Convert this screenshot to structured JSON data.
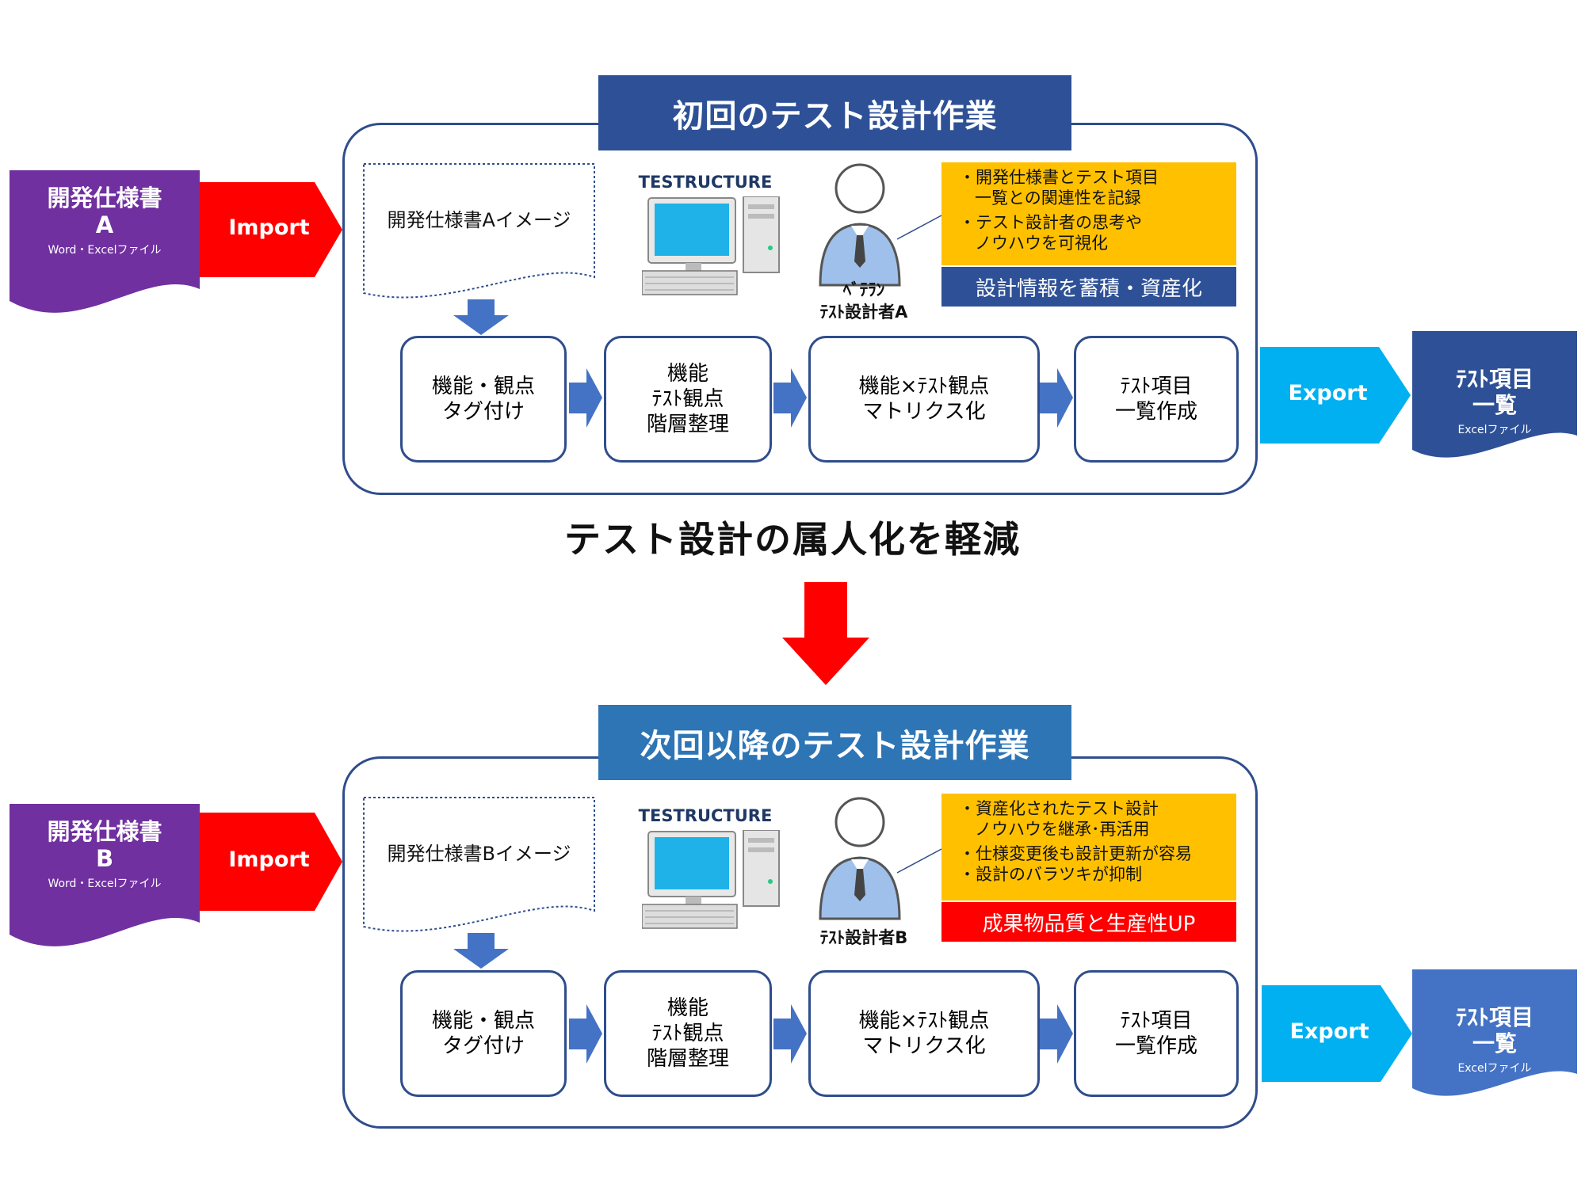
{
  "top": {
    "title": "初回のテスト設計作業",
    "input_doc": {
      "main1": "開発仕様書",
      "main2": "A",
      "sub": "Word・Excelファイル"
    },
    "import_label": "Import",
    "spec_image_label": "開発仕様書Aイメージ",
    "tool_label": "TESTRUCTURE",
    "person_caption": [
      "ﾍﾞﾃﾗﾝ",
      "ﾃｽﾄ設計者A"
    ],
    "info_lines": [
      "・開発仕様書とテスト項目",
      "一覧との関連性を記録",
      "・テスト設計者の思考や",
      "ノウハウを可視化"
    ],
    "result": "設計情報を蓄積・資産化",
    "steps": [
      [
        "機能・観点",
        "タグ付け"
      ],
      [
        "機能",
        "ﾃｽﾄ観点",
        "階層整理"
      ],
      [
        "機能×ﾃｽﾄ観点",
        "マトリクス化"
      ],
      [
        "ﾃｽﾄ項目",
        "一覧作成"
      ]
    ],
    "export_label": "Export",
    "output_doc": {
      "main1": "ﾃｽﾄ項目",
      "main2": "一覧",
      "sub": "Excelファイル"
    },
    "colors": {
      "title_bg": "#2e5096",
      "result_bg": "#2e5096",
      "output_doc_bg": "#2e5096"
    }
  },
  "middle_text": "テスト設計の属人化を軽減",
  "bottom": {
    "title": "次回以降のテスト設計作業",
    "input_doc": {
      "main1": "開発仕様書",
      "main2": "B",
      "sub": "Word・Excelファイル"
    },
    "import_label": "Import",
    "spec_image_label": "開発仕様書Bイメージ",
    "tool_label": "TESTRUCTURE",
    "person_caption": [
      "ﾃｽﾄ設計者B"
    ],
    "info_lines": [
      "・資産化されたテスト設計",
      "ノウハウを継承･再活用",
      "・仕様変更後も設計更新が容易",
      "・設計のバラツキが抑制"
    ],
    "result": "成果物品質と生産性UP",
    "steps": [
      [
        "機能・観点",
        "タグ付け"
      ],
      [
        "機能",
        "ﾃｽﾄ観点",
        "階層整理"
      ],
      [
        "機能×ﾃｽﾄ観点",
        "マトリクス化"
      ],
      [
        "ﾃｽﾄ項目",
        "一覧作成"
      ]
    ],
    "export_label": "Export",
    "output_doc": {
      "main1": "ﾃｽﾄ項目",
      "main2": "一覧",
      "sub": "Excelファイル"
    },
    "colors": {
      "title_bg": "#2e75b6",
      "result_bg": "#ff0000",
      "output_doc_bg": "#4472c4"
    }
  },
  "colors": {
    "input_doc_bg": "#7030a0",
    "import_arrow": "#ff0000",
    "export_arrow": "#00b0f0",
    "info_bg": "#ffc000",
    "step_arrow": "#4472c4"
  }
}
